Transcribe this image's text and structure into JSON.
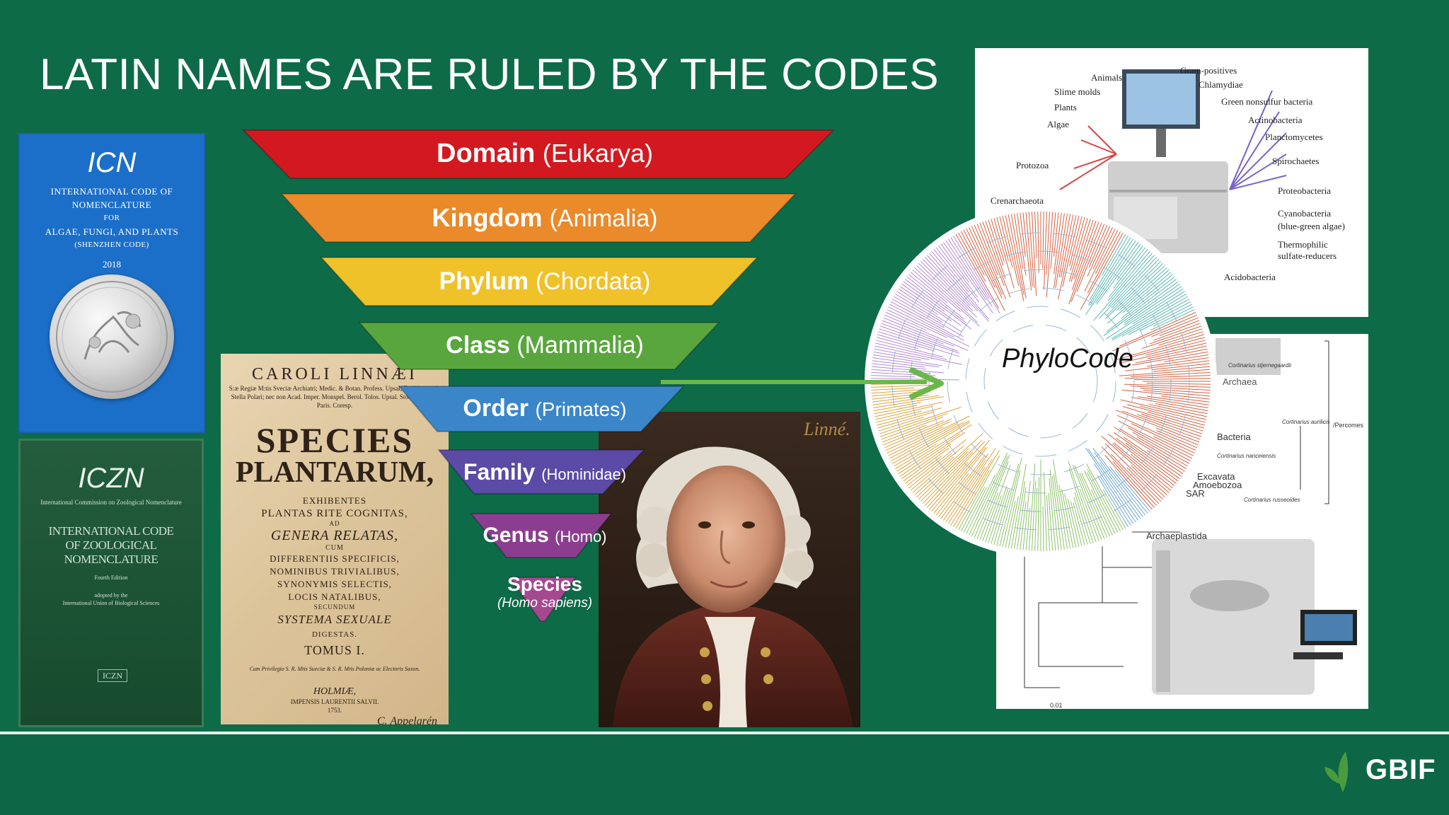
{
  "slide": {
    "title": "LATIN NAMES ARE RULED BY THE CODES",
    "logo_text": "GBIF"
  },
  "icn_book": {
    "title": "ICN",
    "lines": [
      "INTERNATIONAL CODE OF",
      "NOMENCLATURE",
      "FOR",
      "ALGAE, FUNGI, AND PLANTS",
      "(SHENZHEN CODE)"
    ],
    "year": "2018"
  },
  "iczn_book": {
    "title": "ICZN",
    "subtitle": "International Commission on Zoological Nomenclature",
    "main_line1": "INTERNATIONAL CODE",
    "main_line2": "OF ZOOLOGICAL NOMENCLATURE",
    "edition": "Fourth Edition",
    "adopted_line1": "adopted by the",
    "adopted_line2": "International Union of Biological Sciences",
    "logo": "ICZN"
  },
  "species_plantarum": {
    "author": "CAROLI LINNÆI",
    "credits": "S:æ Regiæ M:tis Sveciæ Archiatri; Medic. & Botan. Profess. Upsal; Equitis aur. de Stella Polari; nec non Acad. Imper. Monspel. Berol. Tolos. Upsal. Stockh. Soc. & Paris. Coresp.",
    "title1": "SPECIES",
    "title2": "PLANTARUM,",
    "exhibentes": "EXHIBENTES",
    "line1": "PLANTAS RITE COGNITAS,",
    "ad": "AD",
    "line2": "GENERA RELATAS,",
    "cum": "CUM",
    "line3": "DIFFERENTIIS SPECIFICIS,",
    "line4": "NOMINIBUS TRIVIALIBUS,",
    "line5": "SYNONYMIS SELECTIS,",
    "line6": "LOCIS NATALIBUS,",
    "secundum": "SECUNDUM",
    "line7": "SYSTEMA SEXUALE",
    "digestas": "DIGESTAS.",
    "tomus": "TOMUS I.",
    "privilege": "Cum Privilegio S. R. Mtis Sueciæ & S. R. Mtis Poloniæ ac Electoris Saxon.",
    "holmiae": "HOLMIÆ,",
    "impensis": "IMPENSIS LAURENTII SALVII.",
    "year": "1753.",
    "signature": "C. Appelgrén"
  },
  "portrait": {
    "signature": "Linné."
  },
  "taxonomy": [
    {
      "rank": "Domain",
      "example": "(Eukarya)",
      "color": "#d31920"
    },
    {
      "rank": "Kingdom",
      "example": "(Animalia)",
      "color": "#ea8a2b"
    },
    {
      "rank": "Phylum",
      "example": "(Chordata)",
      "color": "#f0c22a"
    },
    {
      "rank": "Class",
      "example": "(Mammalia)",
      "color": "#5aa63e"
    },
    {
      "rank": "Order",
      "example": "(Primates)",
      "color": "#3b86c9"
    },
    {
      "rank": "Family",
      "example": "(Hominidae)",
      "color": "#5b4aa6"
    },
    {
      "rank": "Genus",
      "example": "(Homo)",
      "color": "#8b3e8f"
    },
    {
      "rank": "Species",
      "example": "(Homo sapiens)",
      "color": "#a5498f"
    }
  ],
  "phylo": {
    "label": "PhyloCode",
    "tree_labels_top": [
      "Animals",
      "Slime molds",
      "Plants",
      "Algae",
      "Protozoa",
      "Crenarchaeota",
      "Gram-positives",
      "Chlamydiae",
      "Green nonsulfur bacteria",
      "Actinobacteria",
      "Planctomycetes",
      "Spirochaetes",
      "Proteobacteria",
      "Cyanobacteria",
      "(blue-green algae)",
      "Thermophilic",
      "sulfate-reducers",
      "Acidobacteria"
    ],
    "tree_labels_bottom": [
      "Archaea",
      "Bacteria",
      "Excavata",
      "Amoebozoa",
      "SAR",
      "Archaeplastida"
    ],
    "cortinarius": [
      "Cortinarius stjernegaardii",
      "Cortinarius aurilicis",
      "Cortinarius nanceiensis",
      "Cortinarius russeoides",
      "/Percomes"
    ],
    "scale": "0.01"
  }
}
